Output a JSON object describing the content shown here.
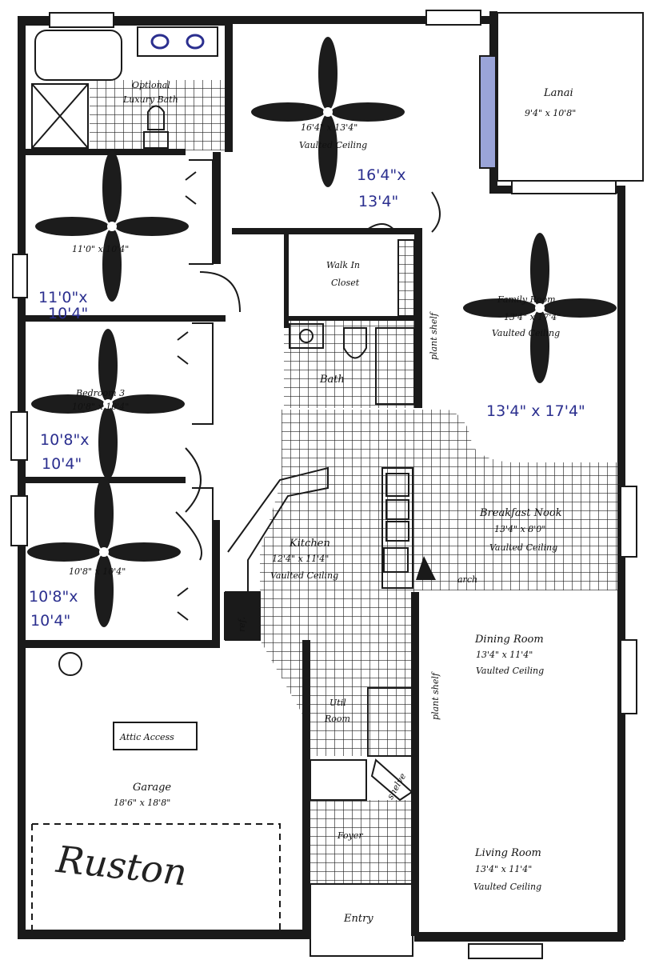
{
  "plan": {
    "rooms": {
      "optional_bath": {
        "line1": "Optional",
        "line2": "Luxury Bath"
      },
      "master": {
        "dims": "16'4\" x 13'4\"",
        "ceiling": "Vaulted Ceiling"
      },
      "lanai": {
        "name": "Lanai",
        "dims": "9'4\" x 10'8\""
      },
      "bedroom_top": {
        "dims": "11'0\" x 10'4\""
      },
      "walk_in": {
        "line1": "Walk In",
        "line2": "Closet"
      },
      "family": {
        "name": "Family Room",
        "dims": "13'4\" x 17'4\"",
        "ceiling": "Vaulted Ceiling"
      },
      "bath": {
        "name": "Bath"
      },
      "bedroom_mid": {
        "name": "Bedroom 3",
        "dims": "10'8\" x 10'4\""
      },
      "bedroom_low": {
        "dims": "10'8\" x 10'4\""
      },
      "breakfast": {
        "name": "Breakfast Nook",
        "dims": "13'4\" x 8'0\"",
        "ceiling": "Vaulted Ceiling"
      },
      "kitchen": {
        "name": "Kitchen",
        "dims": "12'4\" x 11'4\"",
        "ceiling": "Vaulted Ceiling"
      },
      "dining": {
        "name": "Dining Room",
        "dims": "13'4\" x 11'4\"",
        "ceiling": "Vaulted Ceiling"
      },
      "util": {
        "line1": "Util",
        "line2": "Room"
      },
      "garage": {
        "name": "Garage",
        "dims": "18'6\" x 18'8\"",
        "attic": "Attic Access"
      },
      "foyer": {
        "name": "Foyer"
      },
      "living": {
        "name": "Living Room",
        "dims": "13'4\" x 11'4\"",
        "ceiling": "Vaulted Ceiling"
      },
      "entry": {
        "name": "Entry"
      }
    },
    "notes": {
      "plant_shelf_1": "plant shelf",
      "plant_shelf_2": "plant shelf",
      "arch": "arch",
      "refrig": "ref.",
      "shelve": "shelve"
    },
    "handwritten": {
      "master_1": "16'4\"x",
      "master_2": "13'4\"",
      "bed_top_1": "11'0\"x",
      "bed_top_2": "10'4\"",
      "family": "13'4\" x 17'4\"",
      "bed_mid_1": "10'8\"x",
      "bed_mid_2": "10'4\"",
      "bed_low_1": "10'8\"x",
      "bed_low_2": "10'4\"",
      "signature": "Ruston"
    },
    "colors": {
      "ink": "#1a1a1a",
      "pen": "#2b2f8f",
      "paper": "#ffffff"
    }
  }
}
